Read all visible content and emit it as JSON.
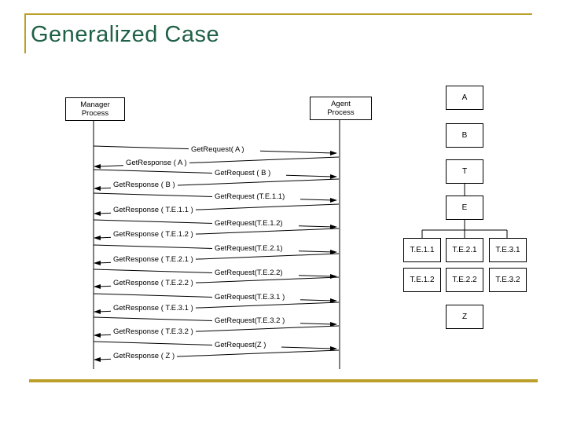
{
  "title": "Generalized Case",
  "colors": {
    "gold": "#BCA02C",
    "title_green": "#1F6147",
    "diagram_line": "#000000"
  },
  "sequence": {
    "actors": [
      {
        "id": "manager",
        "label_line1": "Manager",
        "label_line2": "Process"
      },
      {
        "id": "agent",
        "label_line1": "Agent",
        "label_line2": "Process"
      }
    ],
    "messages": [
      {
        "label": "GetRequest( A )",
        "direction": "right"
      },
      {
        "label": "GetResponse ( A )",
        "direction": "left"
      },
      {
        "label": "GetRequest ( B )",
        "direction": "right"
      },
      {
        "label": "GetResponse ( B )",
        "direction": "left"
      },
      {
        "label": "GetRequest (T.E.1.1)",
        "direction": "right"
      },
      {
        "label": "GetResponse ( T.E.1.1 )",
        "direction": "left"
      },
      {
        "label": "GetRequest(T.E.1.2)",
        "direction": "right"
      },
      {
        "label": "GetResponse ( T.E.1.2 )",
        "direction": "left"
      },
      {
        "label": "GetRequest(T.E.2.1)",
        "direction": "right"
      },
      {
        "label": "GetResponse ( T.E.2.1 )",
        "direction": "left"
      },
      {
        "label": "GetRequest(T.E.2.2)",
        "direction": "right"
      },
      {
        "label": "GetResponse ( T.E.2.2 )",
        "direction": "left"
      },
      {
        "label": "GetRequest(T.E.3.1 )",
        "direction": "right"
      },
      {
        "label": "GetResponse ( T.E.3.1 )",
        "direction": "left"
      },
      {
        "label": "GetRequest(T.E.3.2 )",
        "direction": "right"
      },
      {
        "label": "GetResponse ( T.E.3.2 )",
        "direction": "left"
      },
      {
        "label": "GetRequest(Z )",
        "direction": "right"
      },
      {
        "label": "GetResponse ( Z )",
        "direction": "left"
      }
    ]
  },
  "tree": {
    "column_nodes": [
      "A",
      "B",
      "T",
      "E"
    ],
    "grid": [
      [
        "T.E.1.1",
        "T.E.2.1",
        "T.E.3.1"
      ],
      [
        "T.E.1.2",
        "T.E.2.2",
        "T.E.3.2"
      ]
    ],
    "z_node": "Z"
  }
}
